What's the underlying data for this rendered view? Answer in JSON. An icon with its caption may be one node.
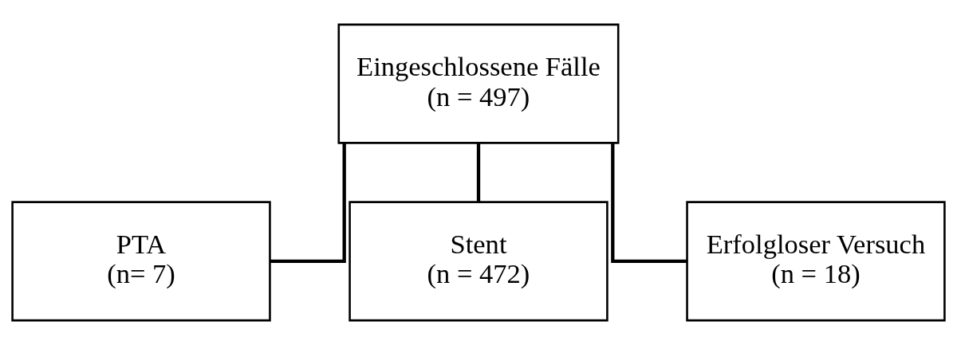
{
  "diagram": {
    "nodes": [
      {
        "text": [
          "Eingeschlossene Fälle",
          "(n = 497)"
        ]
      },
      {
        "text": [
          "PTA",
          "(n= 7)"
        ]
      },
      {
        "text": [
          "Stent",
          "(n = 472)"
        ]
      },
      {
        "text": [
          "Erfolgloser Versuch",
          "(n = 18)"
        ]
      }
    ],
    "edges": [
      {
        "from": 0,
        "to": 1,
        "arrow": "none"
      },
      {
        "from": 0,
        "to": 2,
        "arrow": "none"
      },
      {
        "from": 0,
        "to": 3,
        "arrow": "none"
      }
    ]
  }
}
